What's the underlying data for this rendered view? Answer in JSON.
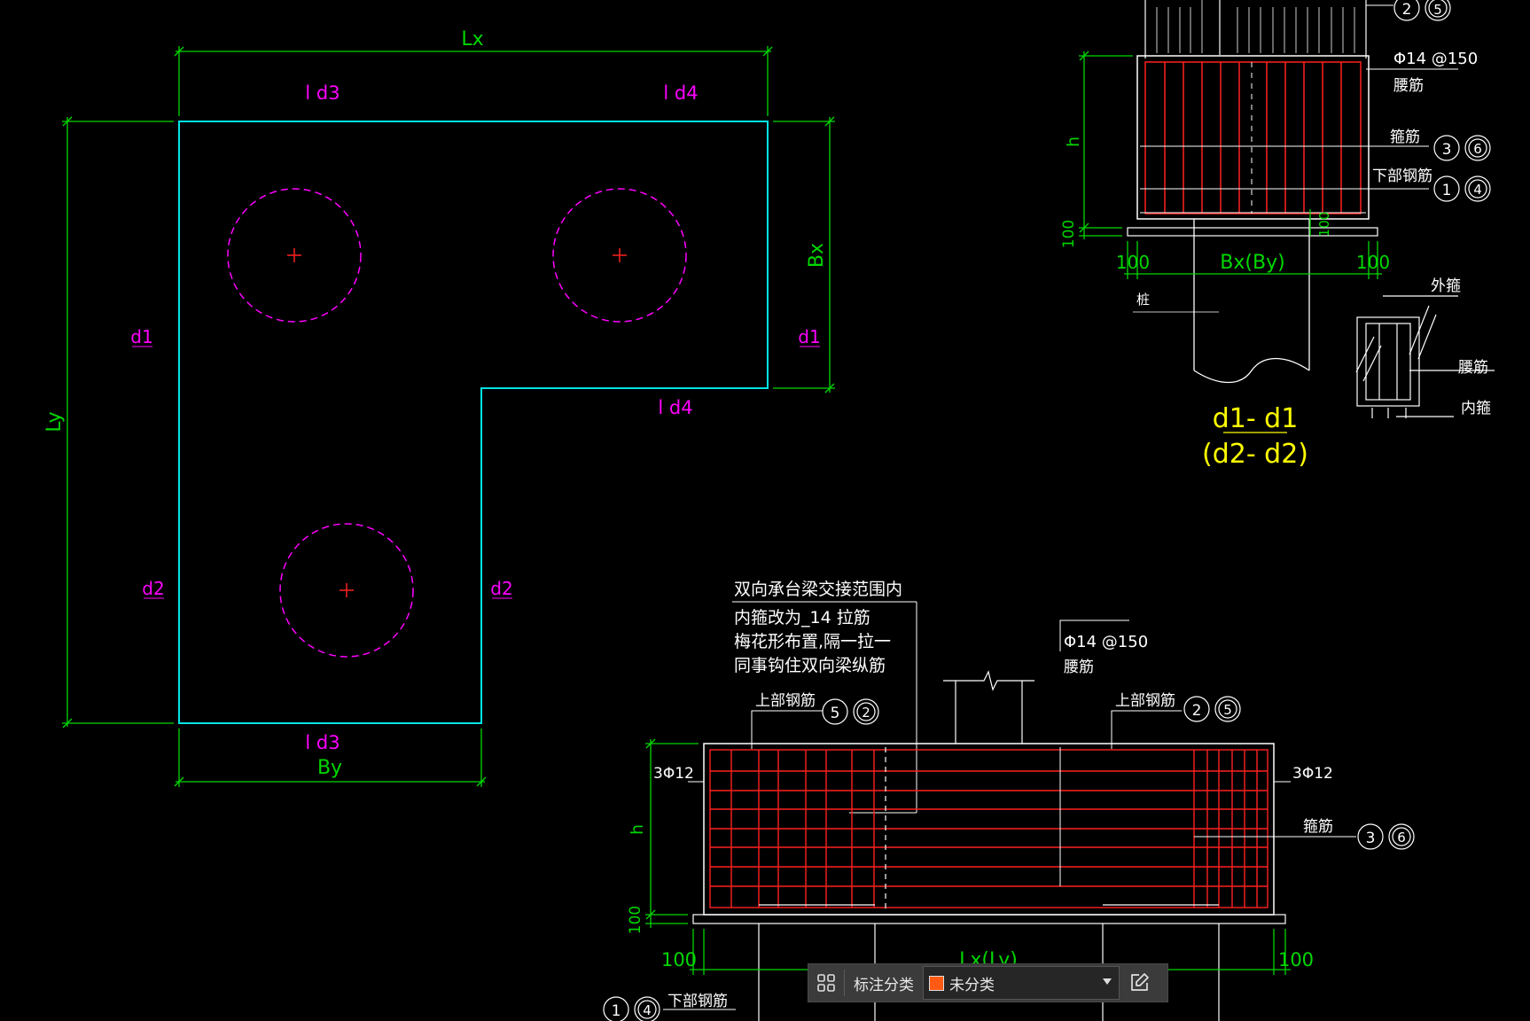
{
  "colors": {
    "background": "#000000",
    "outline": "#00e5e5",
    "dimension": "#00d800",
    "pile": "#ff00ff",
    "rebar": "#ff2020",
    "note": "#ffffff",
    "section_label": "#ffff00",
    "toolbar_bg": "#3b3b3b",
    "swatch": "#ff5a14"
  },
  "plan": {
    "lx": "Lx",
    "ly": "Ly",
    "bx": "Bx",
    "by": "By",
    "ld3_top": "l d3",
    "ld4_top": "l d4",
    "ld4_mid": "l d4",
    "ld3_bottom": "l d3",
    "d1_left": "d1",
    "d1_right": "d1",
    "d2_left": "d2",
    "d2_right": "d2"
  },
  "section": {
    "h": "h",
    "d100": "100",
    "d100_left": "100",
    "d100_right": "100",
    "d100_side": "100",
    "bxby": "Bx(By)",
    "waist": "Φ14 @150",
    "waist_label": "腰筋",
    "stirrup": "箍筋",
    "bottom_bar": "下部钢筋",
    "pile": "桩",
    "outer_stirrup": "外箍",
    "waist2": "腰筋",
    "inner_stirrup": "内箍",
    "title1": "d1- d1",
    "title2": "(d2- d2)",
    "c2": "2",
    "c5": "5",
    "c3": "3",
    "c6": "6",
    "c1": "1",
    "c4": "4"
  },
  "elevation": {
    "note1": "双向承台梁交接范围内",
    "note2": "内箍改为_14 拉筋",
    "note3": "梅花形布置,隔一拉一",
    "note4": "同事钩住双向梁纵筋",
    "top_bar_left": "上部钢筋",
    "top_bar_right": "上部钢筋",
    "waist": "Φ14 @150",
    "waist_label": "腰筋",
    "side_left": "3Φ12",
    "side_right": "3Φ12",
    "stirrup": "箍筋",
    "bottom_bar": "下部钢筋",
    "h": "h",
    "d100_v": "100",
    "d100_left": "100",
    "d100_right": "100",
    "lxly": "Lx(Ly)",
    "c5": "5",
    "c2": "2",
    "c2b": "2",
    "c5b": "5",
    "c3": "3",
    "c6": "6",
    "c1": "1",
    "c4": "4"
  },
  "toolbar": {
    "grid_icon": "grid-icon",
    "label": "标注分类",
    "value": "未分类",
    "edit_icon": "edit-icon"
  }
}
